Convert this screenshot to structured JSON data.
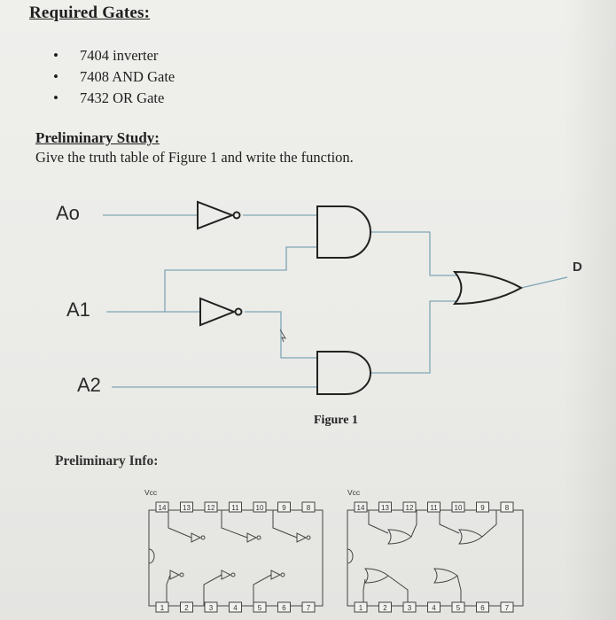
{
  "required": {
    "title": "Required Gates:",
    "items": [
      "7404 inverter",
      "7408 AND Gate",
      "7432 OR Gate"
    ]
  },
  "preliminary_study": {
    "title": "Preliminary Study:",
    "text": "Give the truth table of Figure 1 and write the function."
  },
  "figure": {
    "inputs": [
      "Ao",
      "A1",
      "A2"
    ],
    "output": "D",
    "caption": "Figure 1",
    "line_color": "#7fa6b5"
  },
  "preliminary_info": {
    "title": "Preliminary Info:",
    "vcc_label": "Vcc",
    "chip_7404_top_pins": [
      "14",
      "13",
      "12",
      "11",
      "10",
      "9",
      "8"
    ],
    "chip_7432_top_pins": [
      "14",
      "13",
      "12",
      "11",
      "10",
      "9",
      "8"
    ],
    "chip_bottom_pins": [
      "1",
      "2",
      "3",
      "4",
      "5",
      "6",
      "7"
    ]
  }
}
